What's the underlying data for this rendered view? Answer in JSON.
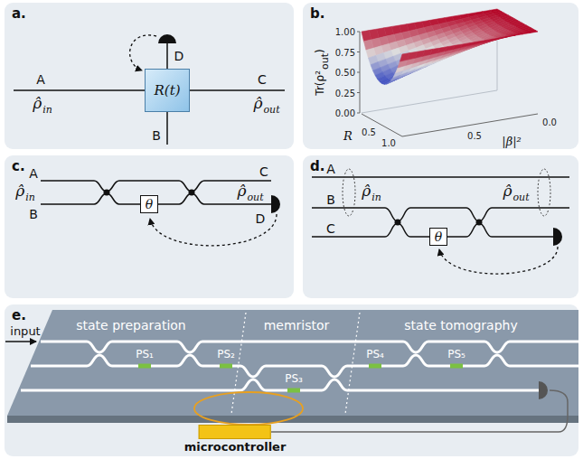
{
  "diagram": {
    "nodes": [
      {
        "text": [
          "a."
        ]
      },
      {
        "text": [
          "R(t)"
        ],
        "in": 0
      },
      {
        "text": [
          "b."
        ]
      },
      {
        "text": [
          "c."
        ]
      },
      {
        "text": [
          "θ"
        ],
        "in": 3
      },
      {
        "text": [
          "d."
        ]
      },
      {
        "text": [
          "θ"
        ],
        "in": 5
      },
      {
        "text": [
          "e."
        ]
      },
      {
        "text": [
          "microcontroller"
        ],
        "in": 7
      }
    ],
    "labels": [
      "A",
      "ρ̂",
      "in",
      "B",
      "C",
      "ρ̂",
      "out",
      "D",
      "Tr(ρ²",
      "out",
      ")",
      "1.00",
      "0.75",
      "0.50",
      "0.25",
      "0.00",
      "R",
      "0.5",
      "1.0",
      "|β|²",
      "0.5",
      "0.0",
      "A",
      "ρ̂",
      "in",
      "B",
      "C",
      "ρ̂",
      "out",
      "D",
      "A",
      "B",
      "C",
      "ρ̂",
      "in",
      "ρ̂",
      "out",
      "input",
      "state preparation",
      "memristor",
      "state tomography",
      "PS₁",
      "PS₂",
      "PS₃",
      "PS₄",
      "PS₅"
    ]
  }
}
